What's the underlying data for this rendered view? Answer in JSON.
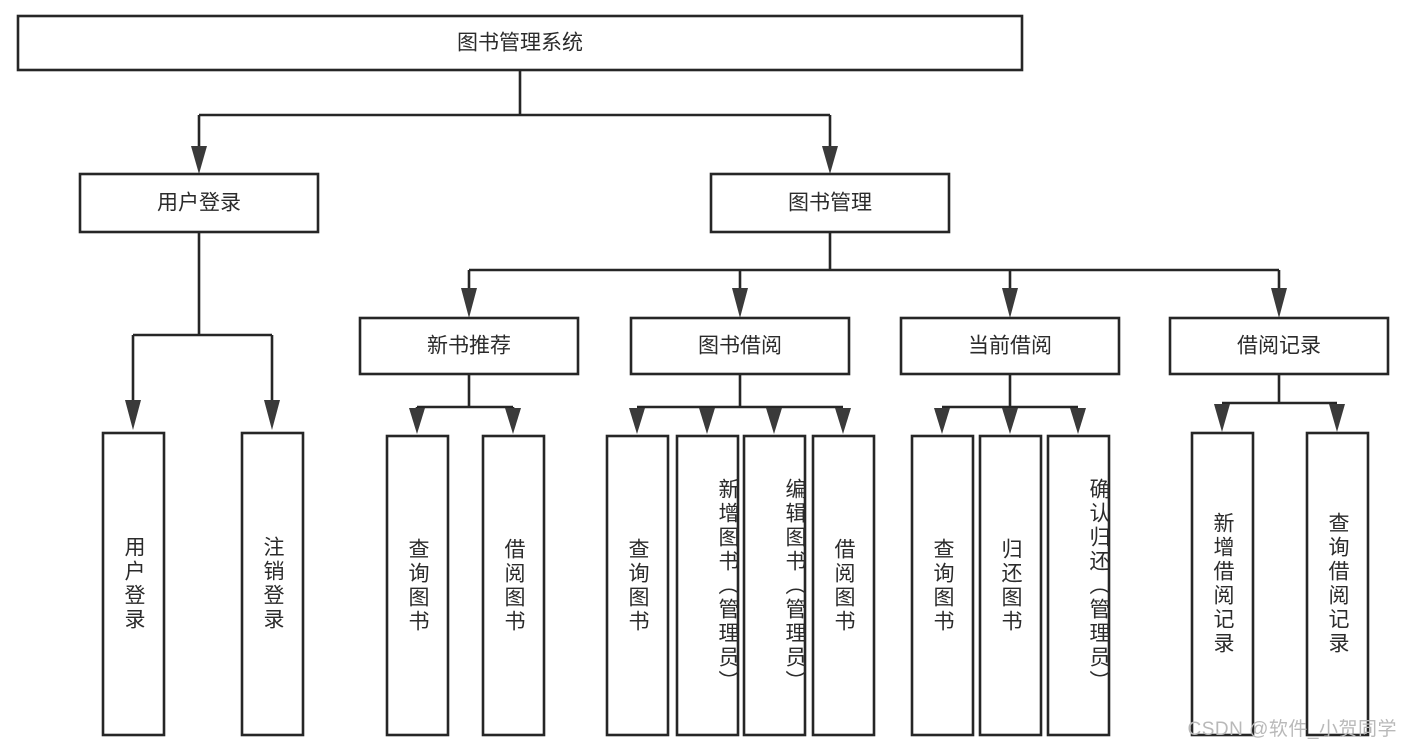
{
  "diagram": {
    "kind": "tree-hierarchy-chart",
    "title": "图书管理系统",
    "root": {
      "id": "root",
      "label": "图书管理系统",
      "orientation": "horizontal"
    },
    "level2": [
      {
        "id": "user-login",
        "label": "用户登录",
        "orientation": "horizontal"
      },
      {
        "id": "book-management",
        "label": "图书管理",
        "orientation": "horizontal"
      }
    ],
    "level3": [
      {
        "id": "new-book-recommend",
        "label": "新书推荐",
        "orientation": "horizontal",
        "parent": "book-management"
      },
      {
        "id": "book-borrow",
        "label": "图书借阅",
        "orientation": "horizontal",
        "parent": "book-management"
      },
      {
        "id": "current-borrow",
        "label": "当前借阅",
        "orientation": "horizontal",
        "parent": "book-management"
      },
      {
        "id": "borrow-record",
        "label": "借阅记录",
        "orientation": "horizontal",
        "parent": "book-management"
      }
    ],
    "leaves": [
      {
        "id": "leaf-user-login",
        "label": "用户登录",
        "orientation": "vertical",
        "parent": "user-login"
      },
      {
        "id": "leaf-user-logout",
        "label": "注销登录",
        "orientation": "vertical",
        "parent": "user-login"
      },
      {
        "id": "leaf-query-book-1",
        "label": "查询图书",
        "orientation": "vertical",
        "parent": "new-book-recommend"
      },
      {
        "id": "leaf-borrow-book-1",
        "label": "借阅图书",
        "orientation": "vertical",
        "parent": "new-book-recommend"
      },
      {
        "id": "leaf-query-book-2",
        "label": "查询图书",
        "orientation": "vertical",
        "parent": "book-borrow"
      },
      {
        "id": "leaf-add-book",
        "label": "新增图书（管理员）",
        "orientation": "vertical",
        "parent": "book-borrow"
      },
      {
        "id": "leaf-edit-book",
        "label": "编辑图书（管理员）",
        "orientation": "vertical",
        "parent": "book-borrow"
      },
      {
        "id": "leaf-borrow-book-2",
        "label": "借阅图书",
        "orientation": "vertical",
        "parent": "book-borrow"
      },
      {
        "id": "leaf-query-book-3",
        "label": "查询图书",
        "orientation": "vertical",
        "parent": "current-borrow"
      },
      {
        "id": "leaf-return-book",
        "label": "归还图书",
        "orientation": "vertical",
        "parent": "current-borrow"
      },
      {
        "id": "leaf-confirm-return",
        "label": "确认归还（管理员）",
        "orientation": "vertical",
        "parent": "current-borrow"
      },
      {
        "id": "leaf-add-record",
        "label": "新增借阅记录",
        "orientation": "vertical",
        "parent": "borrow-record"
      },
      {
        "id": "leaf-query-record",
        "label": "查询借阅记录",
        "orientation": "vertical",
        "parent": "borrow-record"
      }
    ],
    "colors": {
      "background": "#ffffff",
      "box_fill": "#ffffff",
      "box_border": "#262626",
      "connector": "#262626",
      "text": "#2b2b2b",
      "watermark": "#b9b9b9"
    }
  },
  "watermark": {
    "text": "CSDN @软件_小贺同学"
  }
}
